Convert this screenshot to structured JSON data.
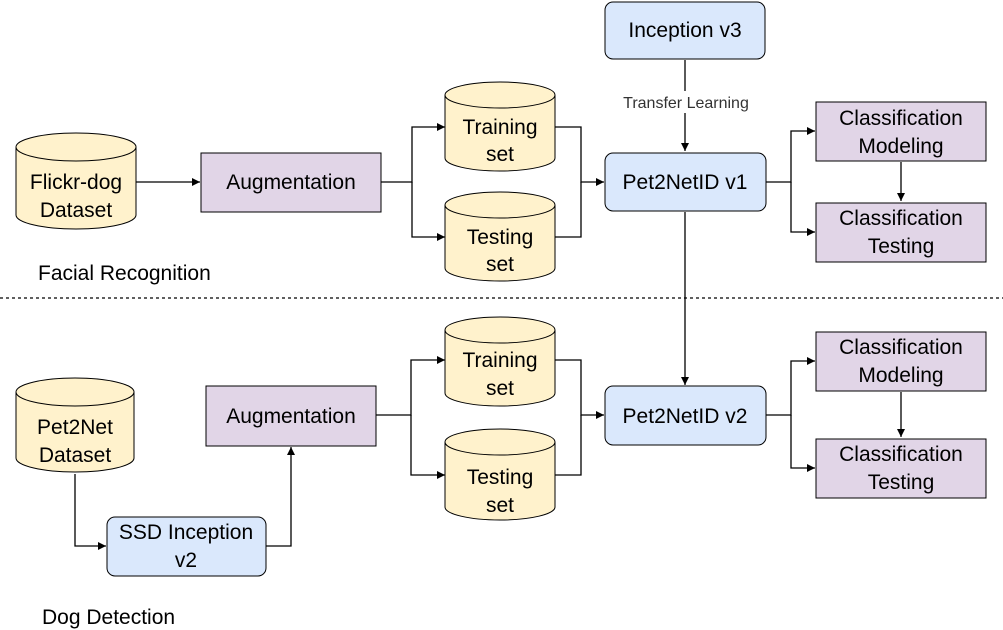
{
  "diagram": {
    "sections": {
      "facial": "Facial Recognition",
      "dog": "Dog Detection"
    },
    "top": {
      "flickr_dataset": [
        "Flickr-dog",
        "Dataset"
      ],
      "augmentation": "Augmentation",
      "training_set": [
        "Training",
        "set"
      ],
      "testing_set": [
        "Testing",
        "set"
      ],
      "inception_v3": "Inception v3",
      "transfer_learning": "Transfer Learning",
      "pet2netid_v1": "Pet2NetID v1",
      "classification_modeling": [
        "Classification",
        "Modeling"
      ],
      "classification_testing": [
        "Classification",
        "Testing"
      ]
    },
    "bottom": {
      "pet2net_dataset": [
        "Pet2Net",
        "Dataset"
      ],
      "ssd_inception": [
        "SSD Inception",
        "v2"
      ],
      "augmentation": "Augmentation",
      "training_set": [
        "Training",
        "set"
      ],
      "testing_set": [
        "Testing",
        "set"
      ],
      "pet2netid_v2": "Pet2NetID v2",
      "classification_modeling": [
        "Classification",
        "Modeling"
      ],
      "classification_testing": [
        "Classification",
        "Testing"
      ]
    }
  }
}
